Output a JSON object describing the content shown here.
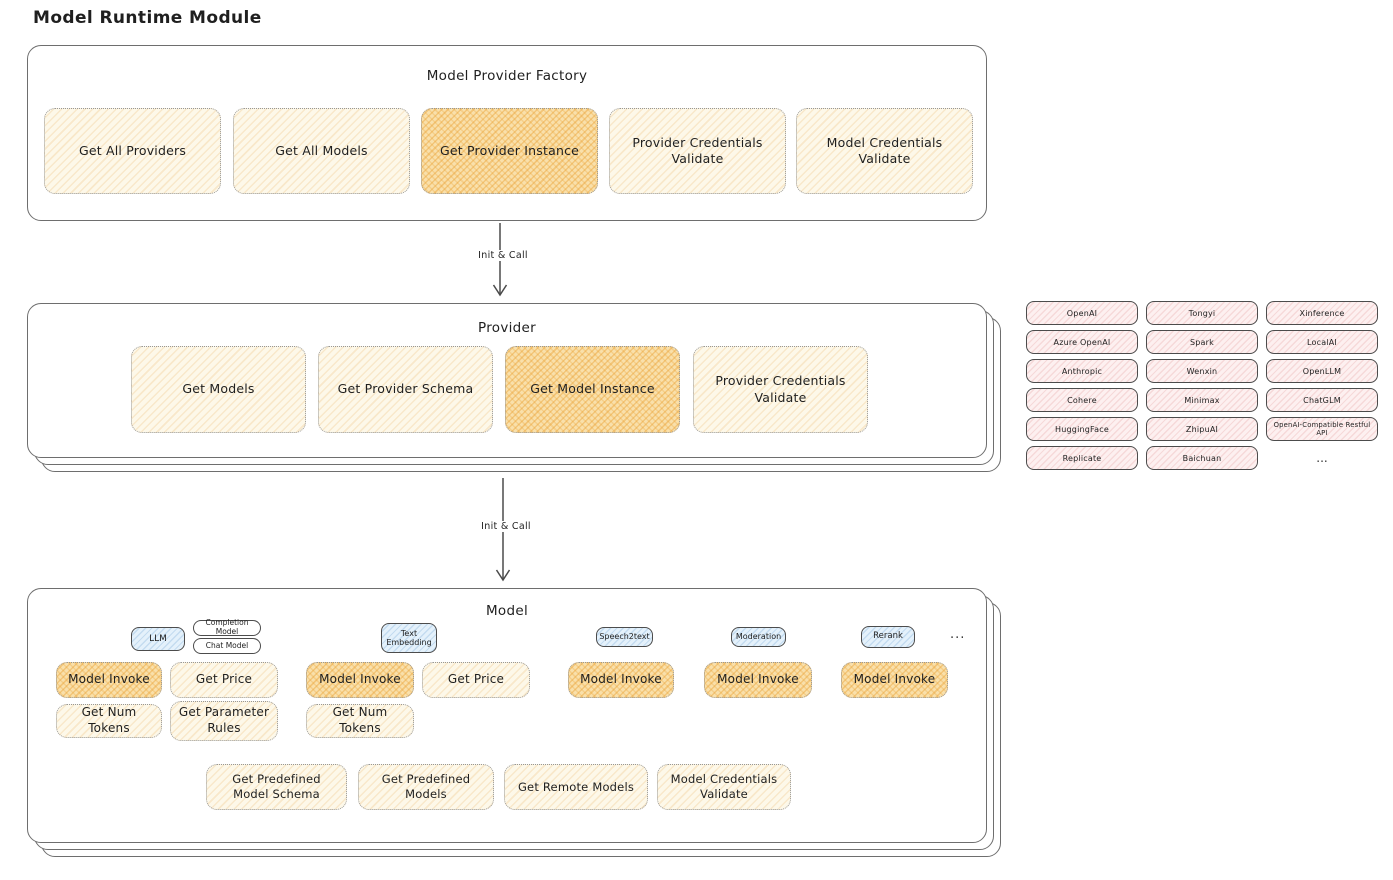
{
  "title": "Model Runtime Module",
  "colors": {
    "box_border": "#6e6e6e",
    "button_border_dotted": "#979797",
    "yellow_fill": "#fdf8e9",
    "orange_highlight_fill": "#f9e0ab",
    "orange_hatch": "#e9a04f",
    "pink_chip_fill": "#fdf0f0",
    "pink_hatch": "#dc8888",
    "blue_badge_fill": "#e4f1fb",
    "blue_hatch": "#6fa3d3"
  },
  "factory": {
    "title": "Model Provider Factory",
    "buttons": [
      {
        "label": "Get All Providers",
        "highlight": false
      },
      {
        "label": "Get All Models",
        "highlight": false
      },
      {
        "label": "Get Provider Instance",
        "highlight": true
      },
      {
        "label": "Provider Credentials Validate",
        "highlight": false
      },
      {
        "label": "Model Credentials Validate",
        "highlight": false
      }
    ]
  },
  "arrows": {
    "factory_to_provider": "Init & Call",
    "provider_to_model": "Init & Call"
  },
  "provider": {
    "title": "Provider",
    "buttons": [
      {
        "label": "Get Models",
        "highlight": false
      },
      {
        "label": "Get Provider Schema",
        "highlight": false
      },
      {
        "label": "Get Model Instance",
        "highlight": true
      },
      {
        "label": "Provider Credentials Validate",
        "highlight": false
      }
    ]
  },
  "providers_grid": {
    "items": [
      "OpenAI",
      "Tongyi",
      "Xinference",
      "Azure OpenAI",
      "Spark",
      "LocalAI",
      "Anthropic",
      "Wenxin",
      "OpenLLM",
      "Cohere",
      "Minimax",
      "ChatGLM",
      "HuggingFace",
      "ZhipuAI",
      "OpenAI-Compatible Restful API",
      "Replicate",
      "Baichuan"
    ],
    "more": "..."
  },
  "model": {
    "title": "Model",
    "groups": [
      {
        "type": "LLM",
        "sub_types": [
          "Completion Model",
          "Chat Model"
        ],
        "ops": [
          "Model Invoke",
          "Get Price",
          "Get Num Tokens",
          "Get Parameter Rules"
        ]
      },
      {
        "type": "Text Embedding",
        "ops": [
          "Model Invoke",
          "Get Price",
          "Get Num Tokens"
        ]
      },
      {
        "type": "Speech2text",
        "ops": [
          "Model Invoke"
        ]
      },
      {
        "type": "Moderation",
        "ops": [
          "Model Invoke"
        ]
      },
      {
        "type": "Rerank",
        "ops": [
          "Model Invoke"
        ]
      }
    ],
    "more_types": "...",
    "shared_ops": [
      "Get Predefined Model Schema",
      "Get Predefined Models",
      "Get Remote Models",
      "Model Credentials Validate"
    ]
  }
}
